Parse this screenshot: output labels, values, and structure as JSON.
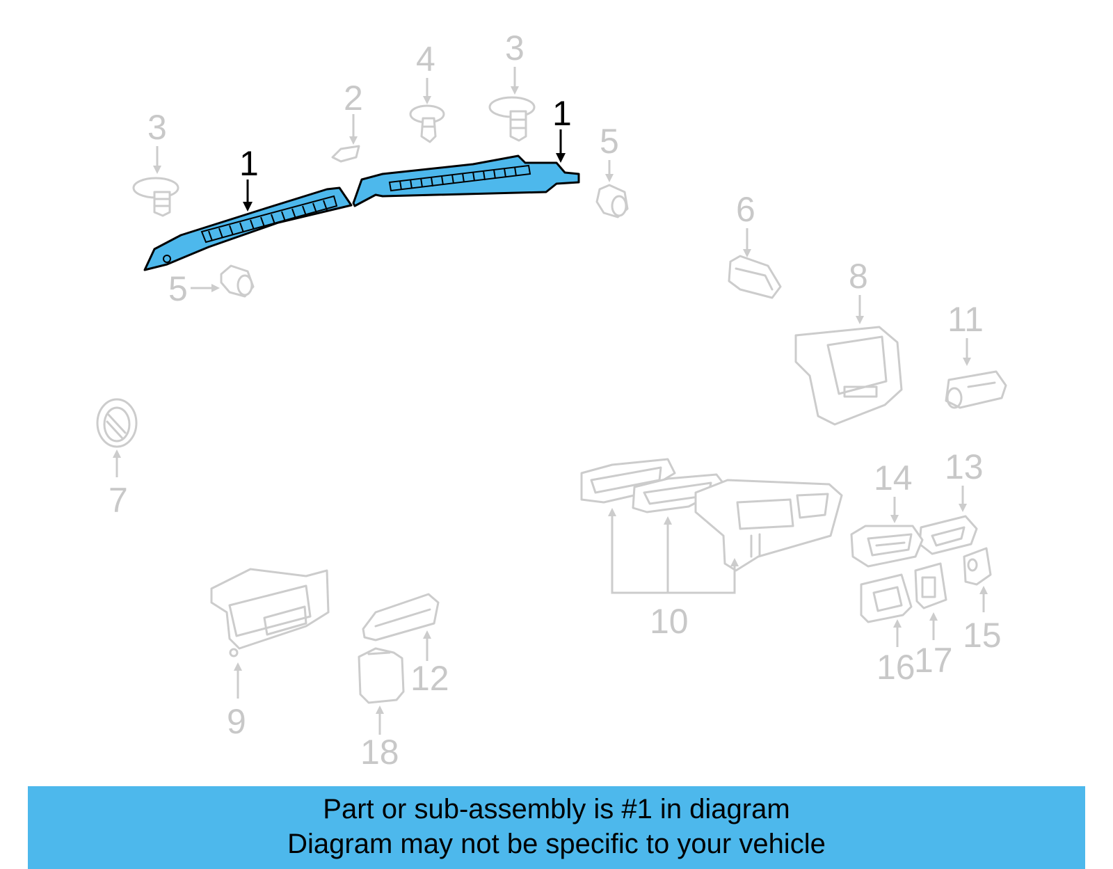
{
  "callouts": {
    "c1a": "1",
    "c1b": "1",
    "c2": "2",
    "c3a": "3",
    "c3b": "3",
    "c4": "4",
    "c5a": "5",
    "c5b": "5",
    "c6": "6",
    "c7": "7",
    "c8": "8",
    "c9": "9",
    "c10": "10",
    "c11": "11",
    "c12": "12",
    "c13": "13",
    "c14": "14",
    "c15": "15",
    "c16": "16",
    "c17": "17",
    "c18": "18"
  },
  "banner": {
    "line1": "Part or sub-assembly is #1 in diagram",
    "line2": "Diagram may not be specific to your vehicle"
  },
  "colors": {
    "highlight": "#4db8ec",
    "muted": "#cccccc"
  }
}
